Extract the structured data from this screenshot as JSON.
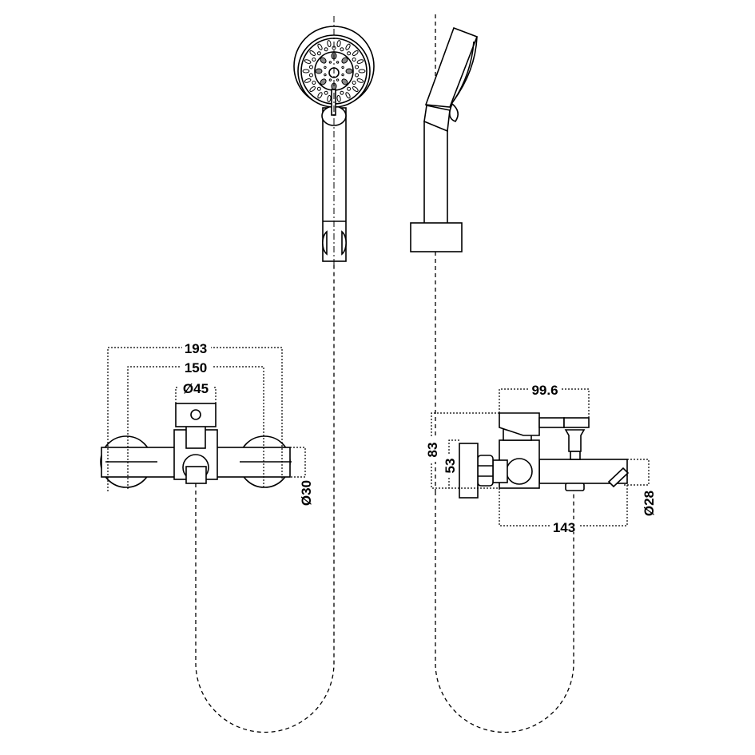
{
  "drawing": {
    "dimensions": {
      "front_total_width": "193",
      "front_center_distance": "150",
      "front_handle_diameter": "Ø45",
      "front_flange_diameter": "Ø30",
      "side_handle_length": "99.6",
      "side_total_height": "83",
      "side_body_height": "53",
      "side_spout_diameter": "Ø28",
      "side_spout_length": "143"
    },
    "stroke_color": "#000000",
    "background_color": "#ffffff"
  }
}
